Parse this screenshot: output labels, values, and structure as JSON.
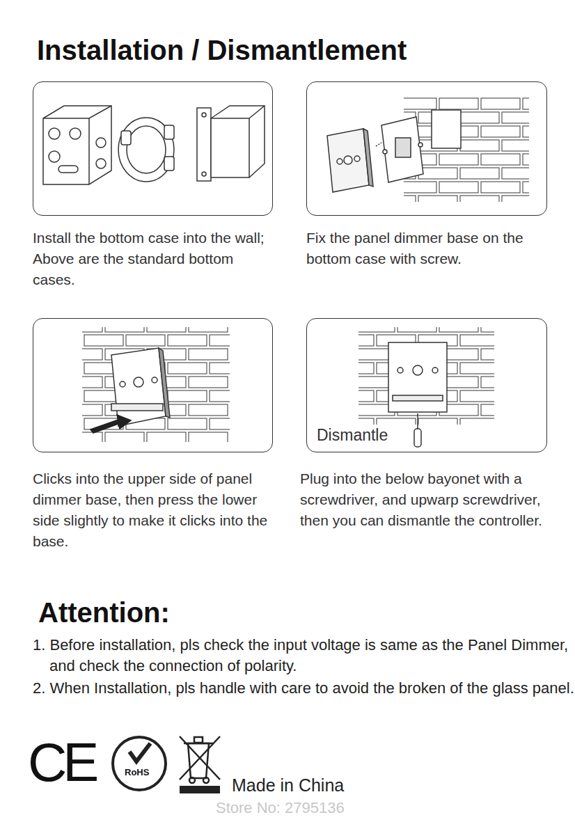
{
  "diagram": {
    "title": "Installation / Dismantlement",
    "nodes": [
      {
        "text": [
          "Install the bottom case into the wall; Above are the standard bottom cases."
        ]
      },
      {
        "text": [
          "Fix the panel dimmer base on the bottom case with screw."
        ]
      },
      {
        "text": [
          "Clicks into the upper side of panel dimmer base, then press the lower side slightly to make it clicks into the base."
        ]
      },
      {
        "text": [
          "Dismantle",
          "Plug into the below bayonet with a screwdriver, and upwarp screwdriver, then you can dismantle the controller."
        ]
      }
    ],
    "labels": [
      "Attention:",
      "1. Before installation, pls check the input voltage is same as the Panel Dimmer, and check the connection of polarity.",
      "2. When Installation, pls handle with care to avoid the broken of the glass panel.",
      "CE",
      "RoHS",
      "Made in China",
      "Store No: 2795136"
    ]
  }
}
